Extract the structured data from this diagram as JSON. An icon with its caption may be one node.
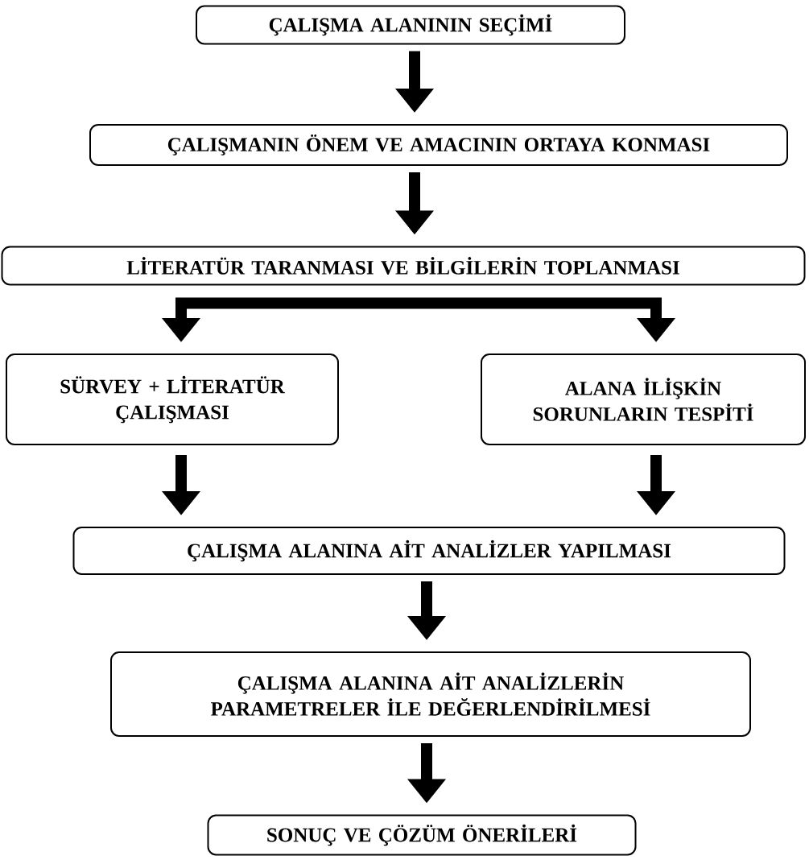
{
  "diagram": {
    "nodes": [
      {
        "text": [
          "ÇALIŞMA ALANININ SEÇİMİ"
        ]
      },
      {
        "text": [
          "ÇALIŞMANIN ÖNEM VE AMACININ ORTAYA KONMASI"
        ]
      },
      {
        "text": [
          "LİTERATÜR TARANMASI VE BİLGİLERİN TOPLANMASI"
        ]
      },
      {
        "text": [
          "SÜRVEY + LİTERATÜR ÇALIŞMASI"
        ]
      },
      {
        "text": [
          "ALANA İLİŞKİN SORUNLARIN TESPİTİ"
        ]
      },
      {
        "text": [
          "ÇALIŞMA ALANINA AİT ANALİZLER YAPILMASI"
        ]
      },
      {
        "text": [
          "ÇALIŞMA ALANINA AİT ANALİZLERİN PARAMETRELER İLE DEĞERLENDİRİLMESİ"
        ]
      },
      {
        "text": [
          "SONUÇ VE ÇÖZÜM ÖNERİLERİ"
        ]
      }
    ],
    "edges": [
      {
        "from": 0,
        "to": 1,
        "arrow": "to"
      },
      {
        "from": 1,
        "to": 2,
        "arrow": "to"
      },
      {
        "from": 2,
        "to": 3,
        "arrow": "to"
      },
      {
        "from": 2,
        "to": 4,
        "arrow": "to"
      },
      {
        "from": 3,
        "to": 5,
        "arrow": "to"
      },
      {
        "from": 4,
        "to": 5,
        "arrow": "to"
      },
      {
        "from": 5,
        "to": 6,
        "arrow": "to"
      },
      {
        "from": 6,
        "to": 7,
        "arrow": "to"
      }
    ]
  }
}
